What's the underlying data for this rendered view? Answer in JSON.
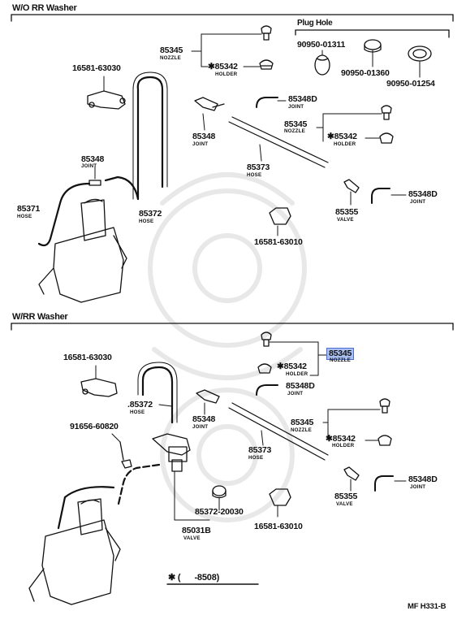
{
  "sections": {
    "top_title": "W/O RR Washer",
    "bottom_title": "W/RR Washer",
    "plug_hole": "Plug Hole"
  },
  "top": {
    "p85345a": "85345",
    "p85345a_sub": "NOZZLE",
    "p85342a": "✱85342",
    "p85342a_sub": "HOLDER",
    "p16581_63030": "16581-63030",
    "p85348d_a": "85348D",
    "p85348d_a_sub": "JOINT",
    "p85345b": "85345",
    "p85345b_sub": "NOZZLE",
    "p85342b": "✱85342",
    "p85342b_sub": "HOLDER",
    "p85348": "85348",
    "p85348_sub": "JOINT",
    "p85348_b": "85348",
    "p85348_b_sub": "JOINT",
    "p85373": "85373",
    "p85373_sub": "HOSE",
    "p85371": "85371",
    "p85371_sub": "HOSE",
    "p85372": "85372",
    "p85372_sub": "HOSE",
    "p85348d_b": "85348D",
    "p85348d_b_sub": "JOINT",
    "p85355": "85355",
    "p85355_sub": "VALVE",
    "p16581_63010": "16581-63010",
    "p90950_01311": "90950-01311",
    "p90950_01360": "90950-01360",
    "p90950_01254": "90950-01254"
  },
  "bottom": {
    "p16581_63030": "16581-63030",
    "p85345a": "85345",
    "p85345a_sub": "NOZZLE",
    "p85342a": "✱85342",
    "p85342a_sub": "HOLDER",
    "p85348d_a": "85348D",
    "p85348d_a_sub": "JOINT",
    "p85372": ".85372",
    "p85372_sub": "HOSE",
    "p85348": "85348",
    "p85348_sub": "JOINT",
    "p91656": "91656-60820",
    "p85345b": "85345",
    "p85345b_sub": "NOZZLE",
    "p85342b": "✱85342",
    "p85342b_sub": "HOLDER",
    "p85373": "85373",
    "p85373_sub": "HOSE",
    "p85372_20030": "85372-20030",
    "p85031b": "85031B",
    "p85031b_sub": "VALVE",
    "p16581_63010": "16581-63010",
    "p85355": "85355",
    "p85355_sub": "VALVE",
    "p85348d_b": "85348D",
    "p85348d_b_sub": "JOINT"
  },
  "footnote": "✱ (      -8508)",
  "code": "MF H331-B",
  "colors": {
    "highlight": "#a9bff2",
    "highlight_border": "#4a6fd1",
    "ink": "#111111",
    "watermark": "#e6e6e6"
  }
}
